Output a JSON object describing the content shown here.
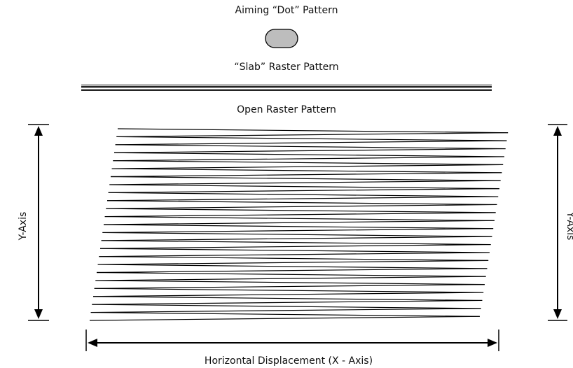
{
  "labels": {
    "aiming_dot": "Aiming “Dot” Pattern",
    "slab_raster": "“Slab” Raster Pattern",
    "open_raster": "Open Raster Pattern",
    "y_axis_left": "Y-Axis",
    "y_axis_right": "Y-Axis",
    "x_axis": "Horizontal Displacement (X - Axis)"
  },
  "colors": {
    "line": "#000000",
    "dot_fill": "#bdbdbd"
  }
}
